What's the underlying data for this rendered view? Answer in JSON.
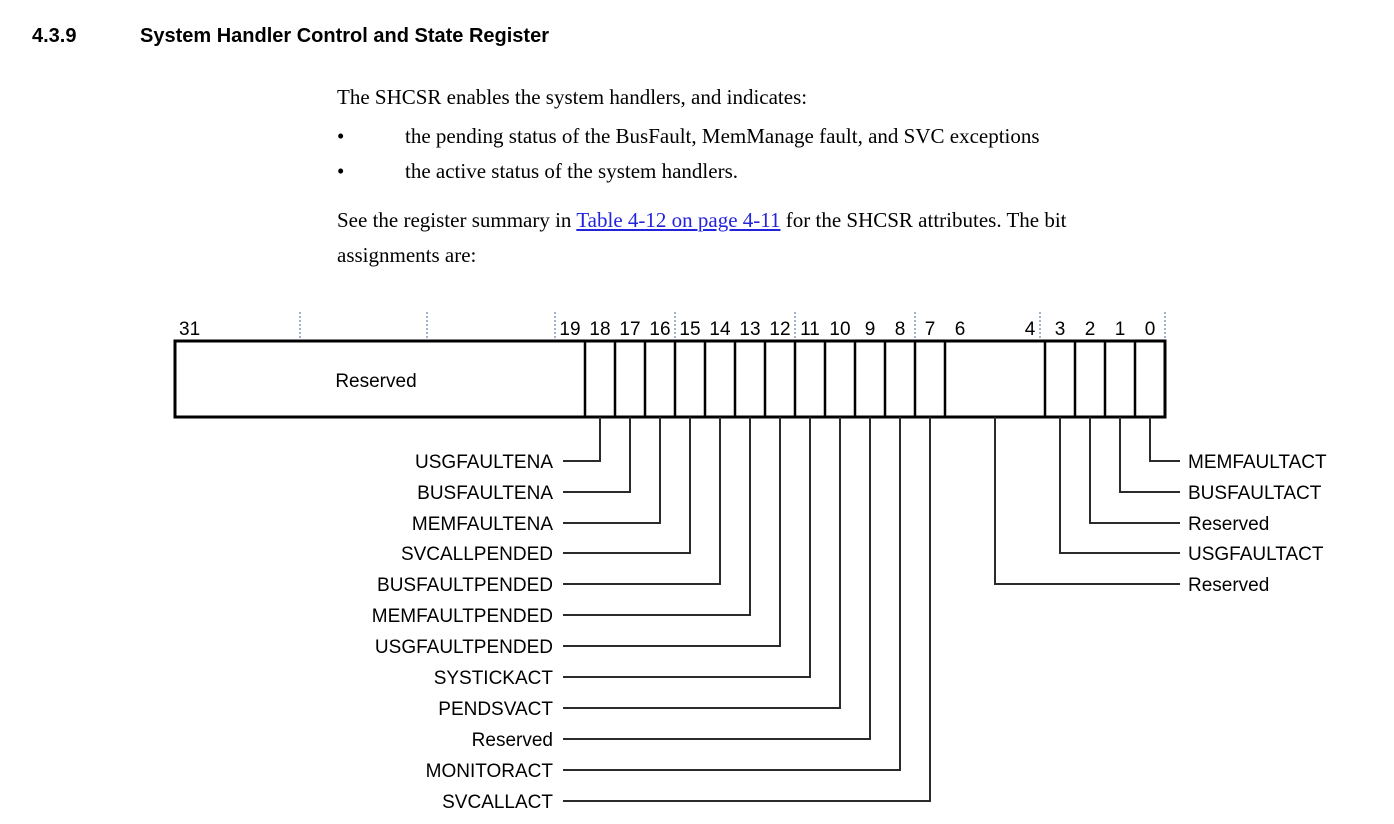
{
  "heading": {
    "number": "4.3.9",
    "title": "System Handler Control and State Register"
  },
  "body": {
    "intro": "The SHCSR enables the system handlers, and indicates:",
    "bullet_char": "•",
    "bullets": [
      "the pending status of the BusFault, MemManage fault, and SVC exceptions",
      "the active status of the system handlers."
    ],
    "summary_prefix": "See the register summary in ",
    "summary_link": "Table 4-12 on page 4-11",
    "summary_suffix": " for the SHCSR attributes. The bit",
    "summary_line2": "assignments are:"
  },
  "diagram": {
    "reserved_field_label": "Reserved",
    "bit_numbers": [
      "31",
      "19",
      "18",
      "17",
      "16",
      "15",
      "14",
      "13",
      "12",
      "11",
      "10",
      "9",
      "8",
      "7",
      "6",
      "4",
      "3",
      "2",
      "1",
      "0"
    ],
    "left_callouts": [
      {
        "label": "USGFAULTENA",
        "bit": "18"
      },
      {
        "label": "BUSFAULTENA",
        "bit": "17"
      },
      {
        "label": "MEMFAULTENA",
        "bit": "16"
      },
      {
        "label": "SVCALLPENDED",
        "bit": "15"
      },
      {
        "label": "BUSFAULTPENDED",
        "bit": "14"
      },
      {
        "label": "MEMFAULTPENDED",
        "bit": "13"
      },
      {
        "label": "USGFAULTPENDED",
        "bit": "12"
      },
      {
        "label": "SYSTICKACT",
        "bit": "11"
      },
      {
        "label": "PENDSVACT",
        "bit": "10"
      },
      {
        "label": "Reserved",
        "bit": "9"
      },
      {
        "label": "MONITORACT",
        "bit": "8"
      },
      {
        "label": "SVCALLACT",
        "bit": "7"
      }
    ],
    "right_callouts": [
      {
        "label": "MEMFAULTACT",
        "bit": "0"
      },
      {
        "label": "BUSFAULTACT",
        "bit": "1"
      },
      {
        "label": "Reserved",
        "bit": "2"
      },
      {
        "label": "USGFAULTACT",
        "bit": "3"
      },
      {
        "label": "Reserved",
        "bit": "6:4"
      }
    ],
    "colors": {
      "link": "#2323dc",
      "outline": "#000000",
      "leader": "#2b2b2b",
      "nibble_tick": "#9fb4cc"
    }
  }
}
